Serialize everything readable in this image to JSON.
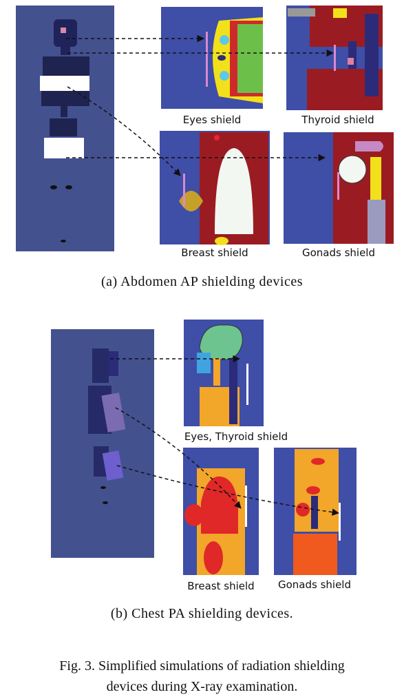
{
  "panel_a": {
    "labels": [
      "Eyes shield",
      "Thyroid shield",
      "Breast shield",
      "Gonads shield"
    ],
    "caption": "(a)  Abdomen  AP  shielding  devices"
  },
  "panel_b": {
    "labels": [
      "Eyes, Thyroid shield",
      "Breast shield",
      "Gonads shield"
    ],
    "caption": "(b)  Chest  PA  shielding  devices."
  },
  "figure_caption": {
    "line1": "Fig.  3.  Simplified  simulations  of  radiation  shielding",
    "line2": "devices  during  X-ray  examination."
  },
  "colors": {
    "background_blue": "#3f4ea6",
    "dark_red": "#9a1c22",
    "yellow": "#f2e11a",
    "orange": "#f2a62a",
    "green": "#6cc04a",
    "shield_purple": "#8a72c9"
  }
}
